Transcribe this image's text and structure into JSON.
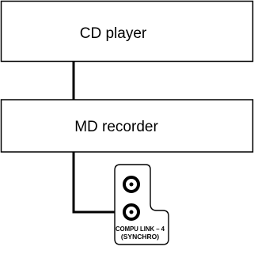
{
  "devices": {
    "cd_player_label": "CD player",
    "md_recorder_label": "MD recorder"
  },
  "connector_panel": {
    "label_line1": "COMPU LINK – 4",
    "label_line2": "(SYNCHRO)"
  }
}
